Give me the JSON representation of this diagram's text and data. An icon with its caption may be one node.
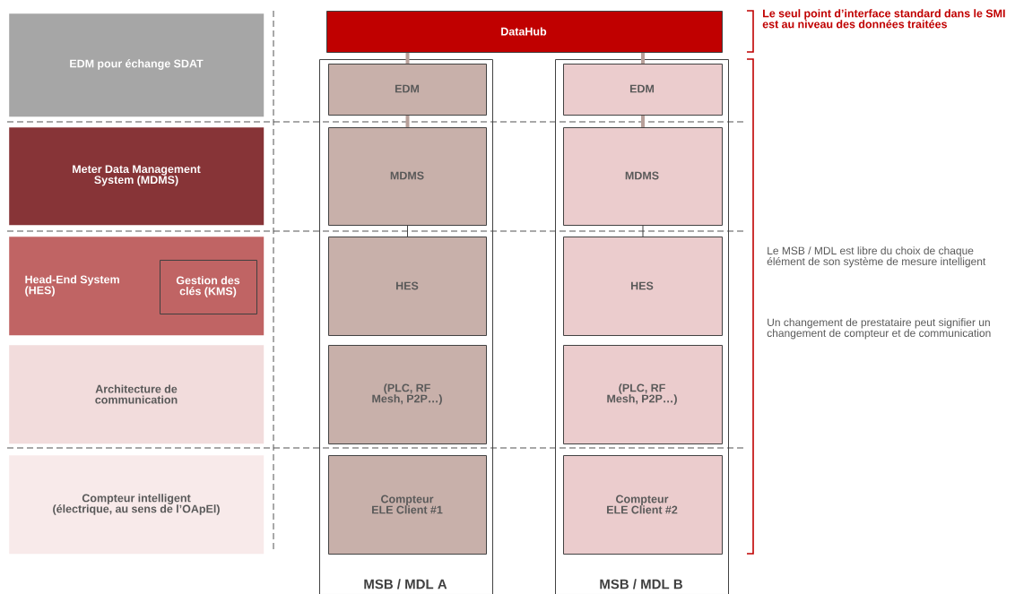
{
  "diagram": {
    "nodes": [
      {
        "text": [
          "EDM pour échange SDAT"
        ]
      },
      {
        "text": [
          "Meter Data Management System (MDMS)"
        ]
      },
      {
        "text": [
          "Head-End System (HES)"
        ]
      },
      {
        "text": [
          "Gestion des clés (KMS)"
        ],
        "in": 2
      },
      {
        "text": [
          "Architecture de communication"
        ]
      },
      {
        "text": [
          "Compteur intelligent (électrique, au sens de l’OApEl)"
        ]
      },
      {
        "text": [
          "DataHub"
        ]
      },
      {
        "text": [
          "MSB / MDL A"
        ]
      },
      {
        "text": [
          "EDM"
        ],
        "in": 7
      },
      {
        "text": [
          "MDMS"
        ],
        "in": 7
      },
      {
        "text": [
          "HES"
        ],
        "in": 7
      },
      {
        "text": [
          "(PLC, RF Mesh, P2P…)"
        ],
        "in": 7
      },
      {
        "text": [
          "Compteur ELE Client #1"
        ],
        "in": 7
      },
      {
        "text": [
          "MSB / MDL B"
        ]
      },
      {
        "text": [
          "EDM"
        ],
        "in": 13
      },
      {
        "text": [
          "MDMS"
        ],
        "in": 13
      },
      {
        "text": [
          "HES"
        ],
        "in": 13
      },
      {
        "text": [
          "(PLC, RF Mesh, P2P…)"
        ],
        "in": 13
      },
      {
        "text": [
          "Compteur ELE Client #2"
        ],
        "in": 13
      }
    ],
    "edges": [
      {
        "from": 6,
        "to": 8,
        "arrow": "none"
      },
      {
        "from": 8,
        "to": 9,
        "arrow": "none"
      },
      {
        "from": 9,
        "to": 10,
        "arrow": "none",
        "color": "#404040"
      },
      {
        "from": 6,
        "to": 14,
        "arrow": "none"
      },
      {
        "from": 14,
        "to": 15,
        "arrow": "none"
      },
      {
        "from": 15,
        "to": 16,
        "arrow": "none",
        "color": "#404040"
      }
    ],
    "labels": [
      "Le seul point d’interface standard dans le SMI est au niveau des données traitées",
      "Le MSB / MDL est libre du choix de chaque élément de son système de mesure intelligent",
      "Un changement de prestataire peut signifier un changement de compteur et de communication"
    ]
  }
}
